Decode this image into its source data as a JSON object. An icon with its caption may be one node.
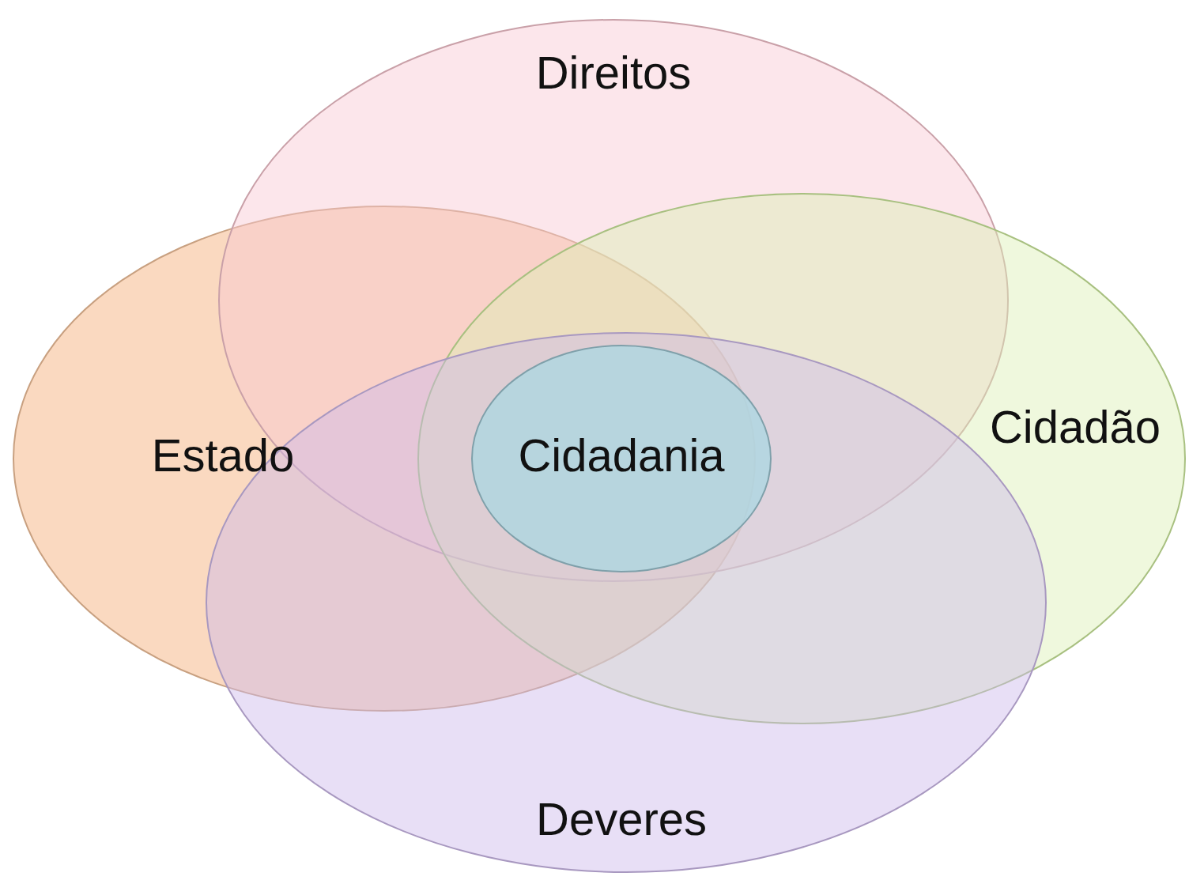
{
  "diagram": {
    "nodes": [
      {
        "text": [
          "Direitos"
        ]
      },
      {
        "text": [
          "Estado"
        ]
      },
      {
        "text": [
          "Cidadania"
        ]
      },
      {
        "text": [
          "Cidadão"
        ]
      },
      {
        "text": [
          "Deveres"
        ]
      }
    ]
  }
}
